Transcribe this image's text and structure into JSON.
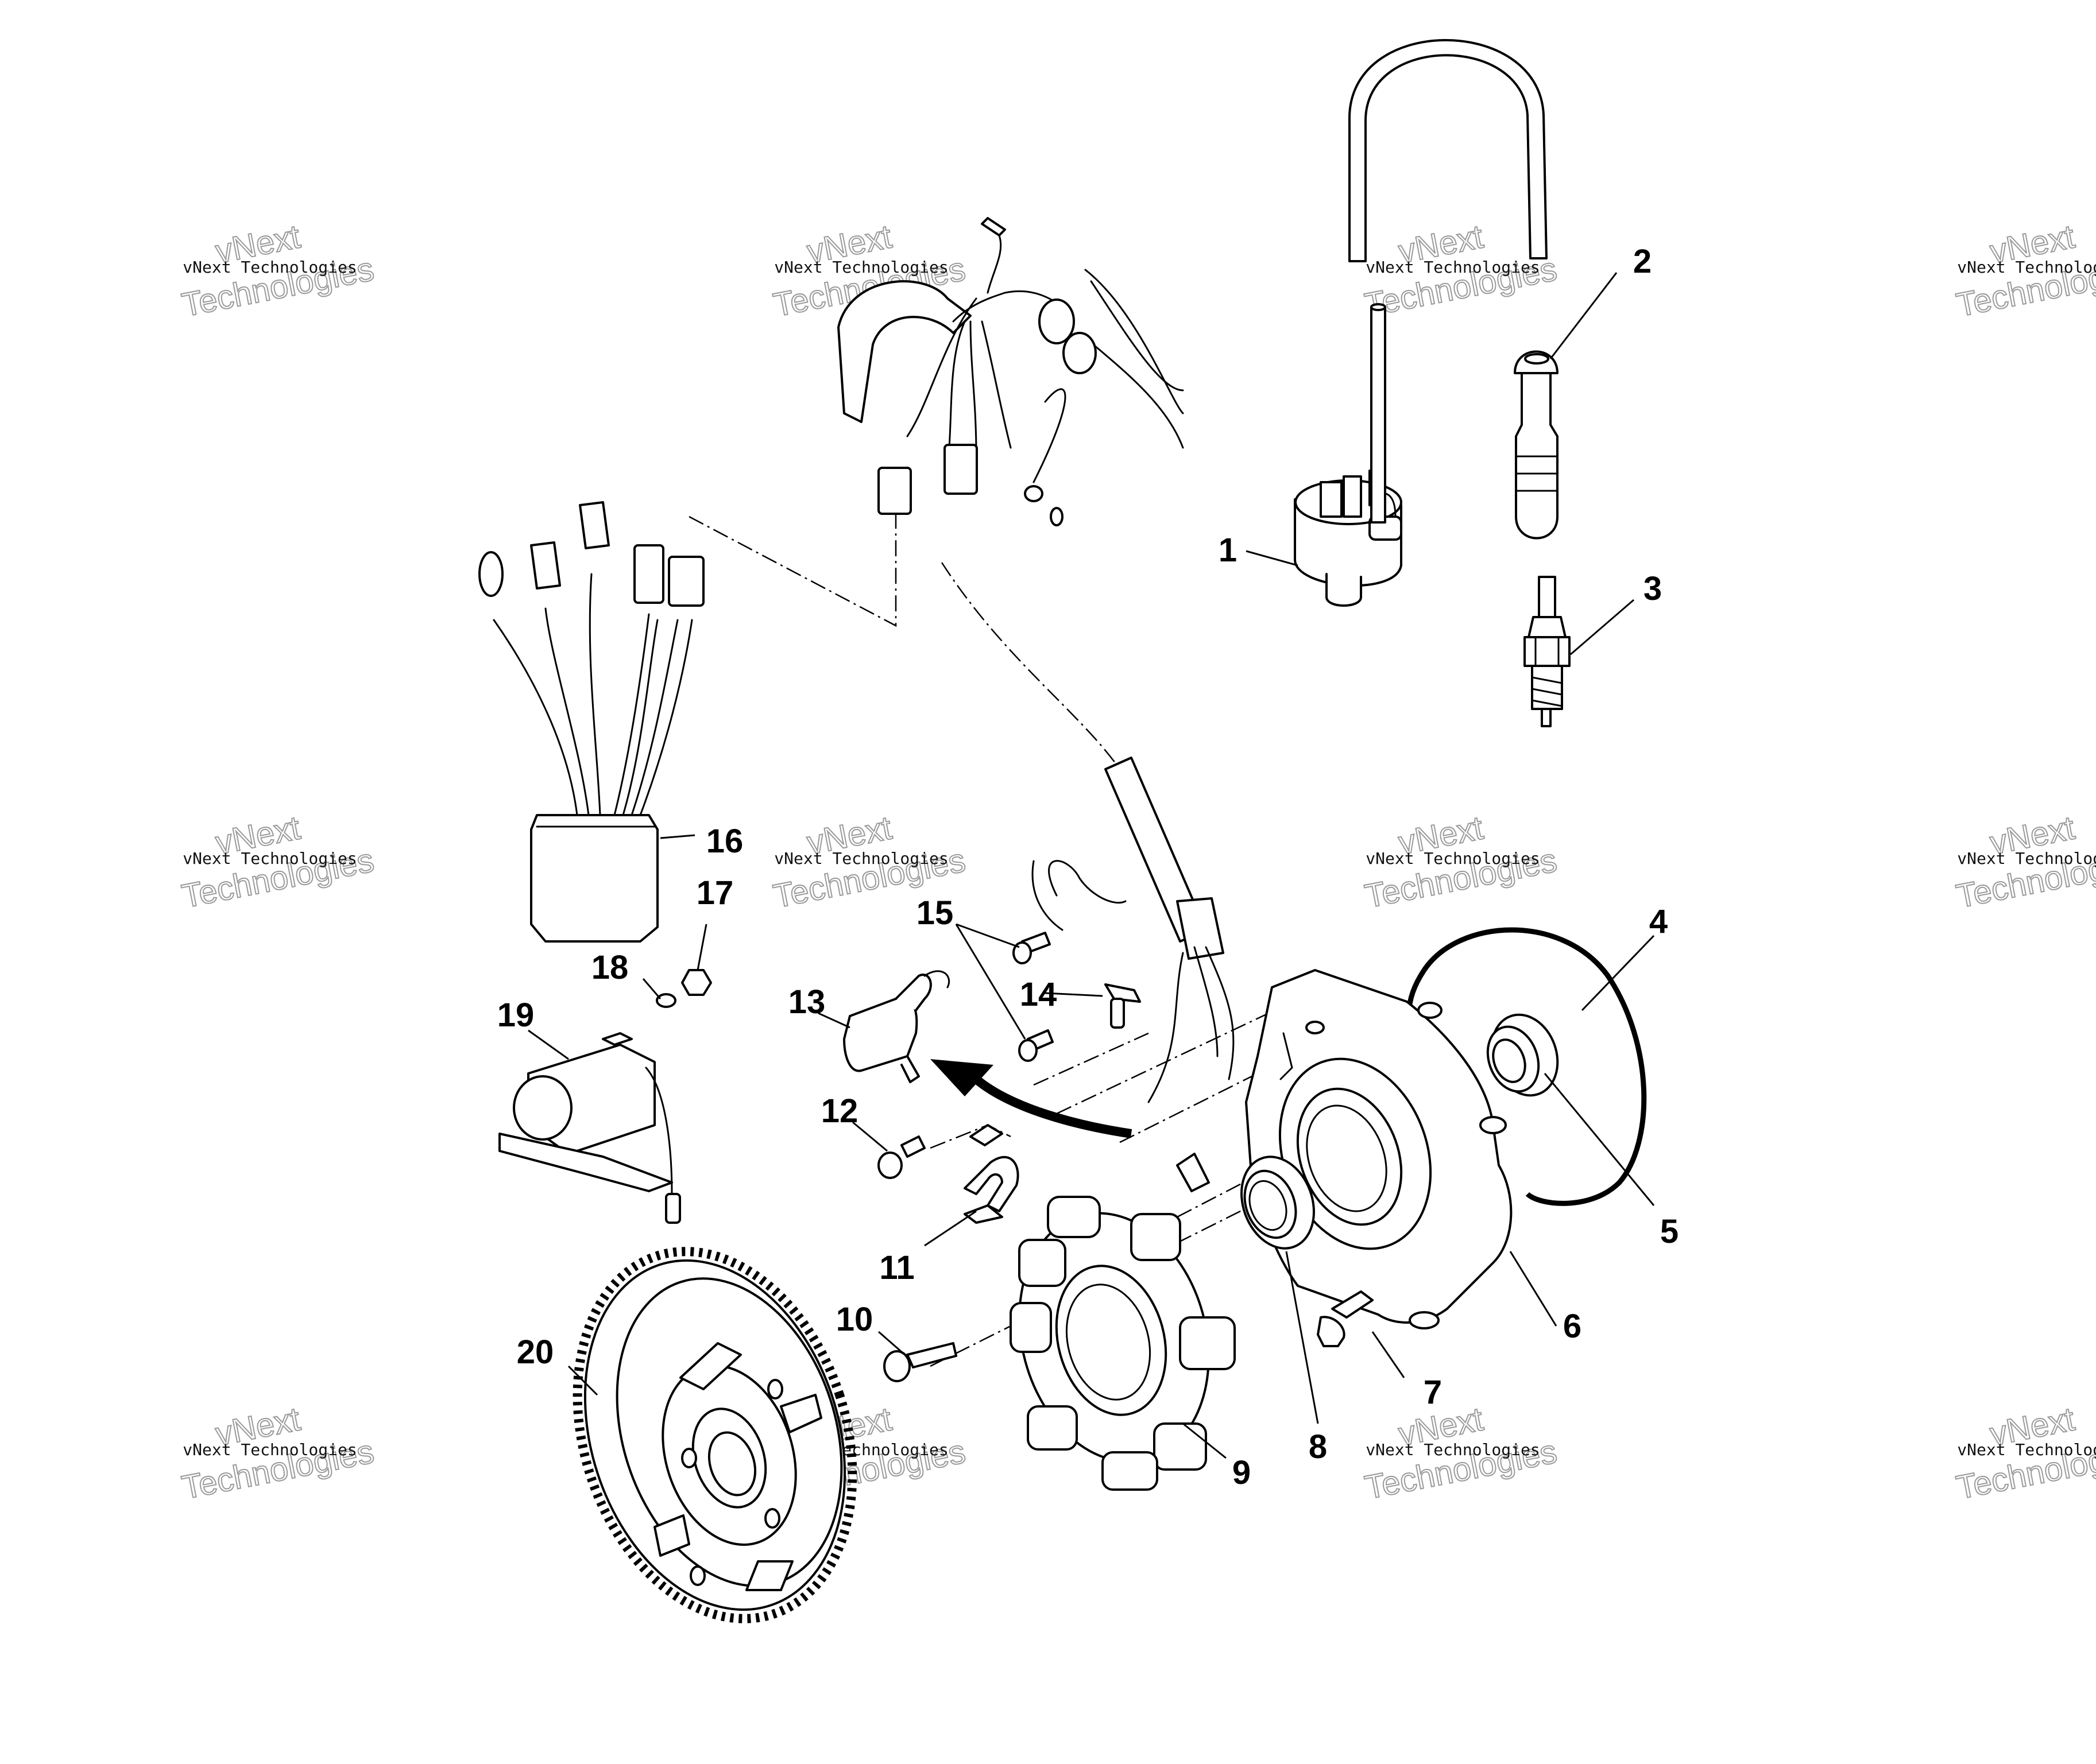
{
  "diagram": {
    "callouts": [
      {
        "id": "1",
        "label": "1"
      },
      {
        "id": "2",
        "label": "2"
      },
      {
        "id": "3",
        "label": "3"
      },
      {
        "id": "4",
        "label": "4"
      },
      {
        "id": "5",
        "label": "5"
      },
      {
        "id": "6",
        "label": "6"
      },
      {
        "id": "7",
        "label": "7"
      },
      {
        "id": "8",
        "label": "8"
      },
      {
        "id": "9",
        "label": "9"
      },
      {
        "id": "10",
        "label": "10"
      },
      {
        "id": "11",
        "label": "11"
      },
      {
        "id": "12",
        "label": "12"
      },
      {
        "id": "13",
        "label": "13"
      },
      {
        "id": "14",
        "label": "14"
      },
      {
        "id": "15",
        "label": "15"
      },
      {
        "id": "16",
        "label": "16"
      },
      {
        "id": "17",
        "label": "17"
      },
      {
        "id": "18",
        "label": "18"
      },
      {
        "id": "19",
        "label": "19"
      },
      {
        "id": "20",
        "label": "20"
      }
    ],
    "watermark": {
      "small_text": "vNext Technologies",
      "big_text": "Technologies",
      "big_prefix": "vNext"
    }
  }
}
